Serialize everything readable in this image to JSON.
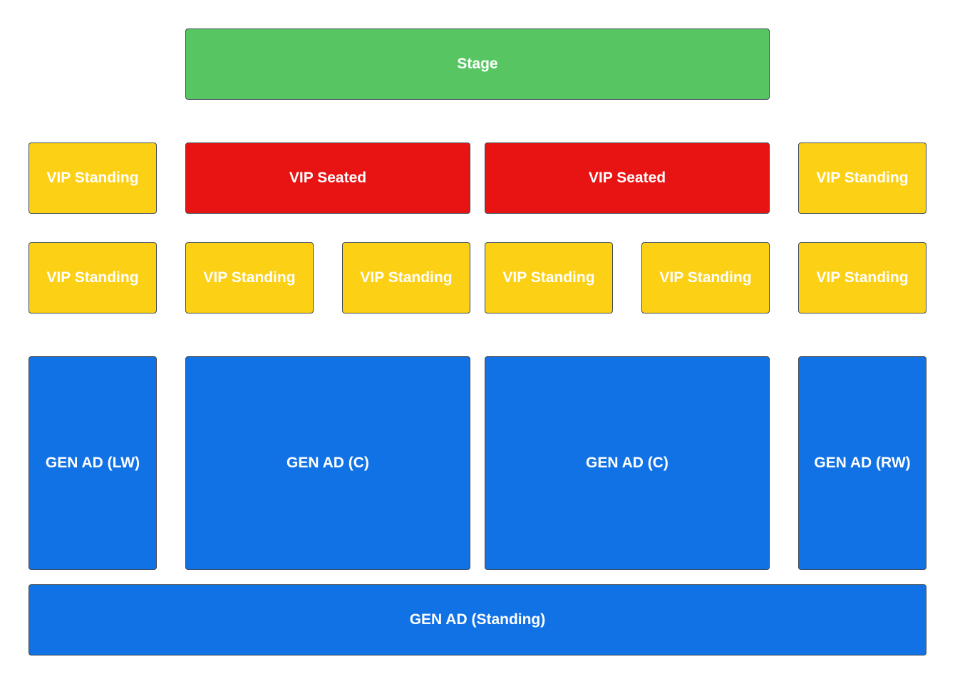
{
  "colors": {
    "stage": "#57c662",
    "vip_seated": "#e81313",
    "vip_standing": "#fcd015",
    "gen_ad": "#1172e6",
    "label": "#ffffff"
  },
  "stage": {
    "label": "Stage"
  },
  "vip_row_1": [
    {
      "label": "VIP Standing"
    },
    {
      "label": "VIP Seated"
    },
    {
      "label": "VIP Seated"
    },
    {
      "label": "VIP Standing"
    }
  ],
  "vip_row_2": [
    {
      "label": "VIP Standing"
    },
    {
      "label": "VIP Standing"
    },
    {
      "label": "VIP Standing"
    },
    {
      "label": "VIP Standing"
    },
    {
      "label": "VIP Standing"
    },
    {
      "label": "VIP Standing"
    }
  ],
  "gen_ad_row": [
    {
      "label": "GEN AD (LW)"
    },
    {
      "label": "GEN AD (C)"
    },
    {
      "label": "GEN AD (C)"
    },
    {
      "label": "GEN AD (RW)"
    }
  ],
  "gen_ad_standing": {
    "label": "GEN AD (Standing)"
  }
}
